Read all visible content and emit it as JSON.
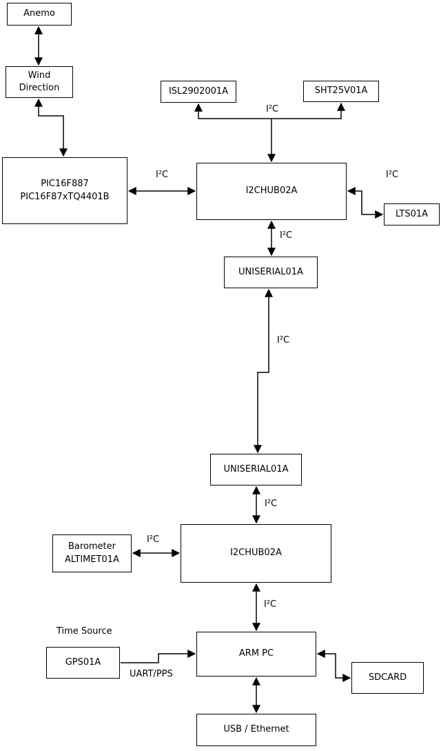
{
  "diagram": {
    "type": "block-diagram",
    "colors": {
      "background": "#ffffff",
      "line": "#000000",
      "box_fill": "#ffffff",
      "box_border": "#000000",
      "text": "#000000"
    },
    "nodes": {
      "anemo": {
        "label": "Anemo"
      },
      "wind_direction": {
        "label": "Wind\nDirection"
      },
      "pic": {
        "label": "PIC16F887\nPIC16F87xTQ4401B"
      },
      "isl": {
        "label": "ISL2902001A"
      },
      "sht": {
        "label": "SHT25V01A"
      },
      "i2chub_top": {
        "label": "I2CHUB02A"
      },
      "lts": {
        "label": "LTS01A"
      },
      "uniserial_top": {
        "label": "UNISERIAL01A"
      },
      "uniserial_bottom": {
        "label": "UNISERIAL01A"
      },
      "i2chub_bottom": {
        "label": "I2CHUB02A"
      },
      "barometer": {
        "label": "Barometer\nALTIMET01A"
      },
      "arm_pc": {
        "label": "ARM PC"
      },
      "gps": {
        "label": "GPS01A"
      },
      "sdcard": {
        "label": "SDCARD"
      },
      "usb_ethernet": {
        "label": "USB / Ethernet"
      }
    },
    "edge_labels": {
      "i2c_pic_hub": "I²C",
      "i2c_sensors": "I²C",
      "i2c_lts": "I²C",
      "i2c_hub_uniserial": "I²C",
      "i2c_uniserial_link": "I²C",
      "i2c_uniserial_hub2": "I²C",
      "i2c_barometer": "I²C",
      "i2c_hub2_armpc": "I²C",
      "time_source": "Time Source",
      "uart_pps": "UART/PPS"
    }
  }
}
